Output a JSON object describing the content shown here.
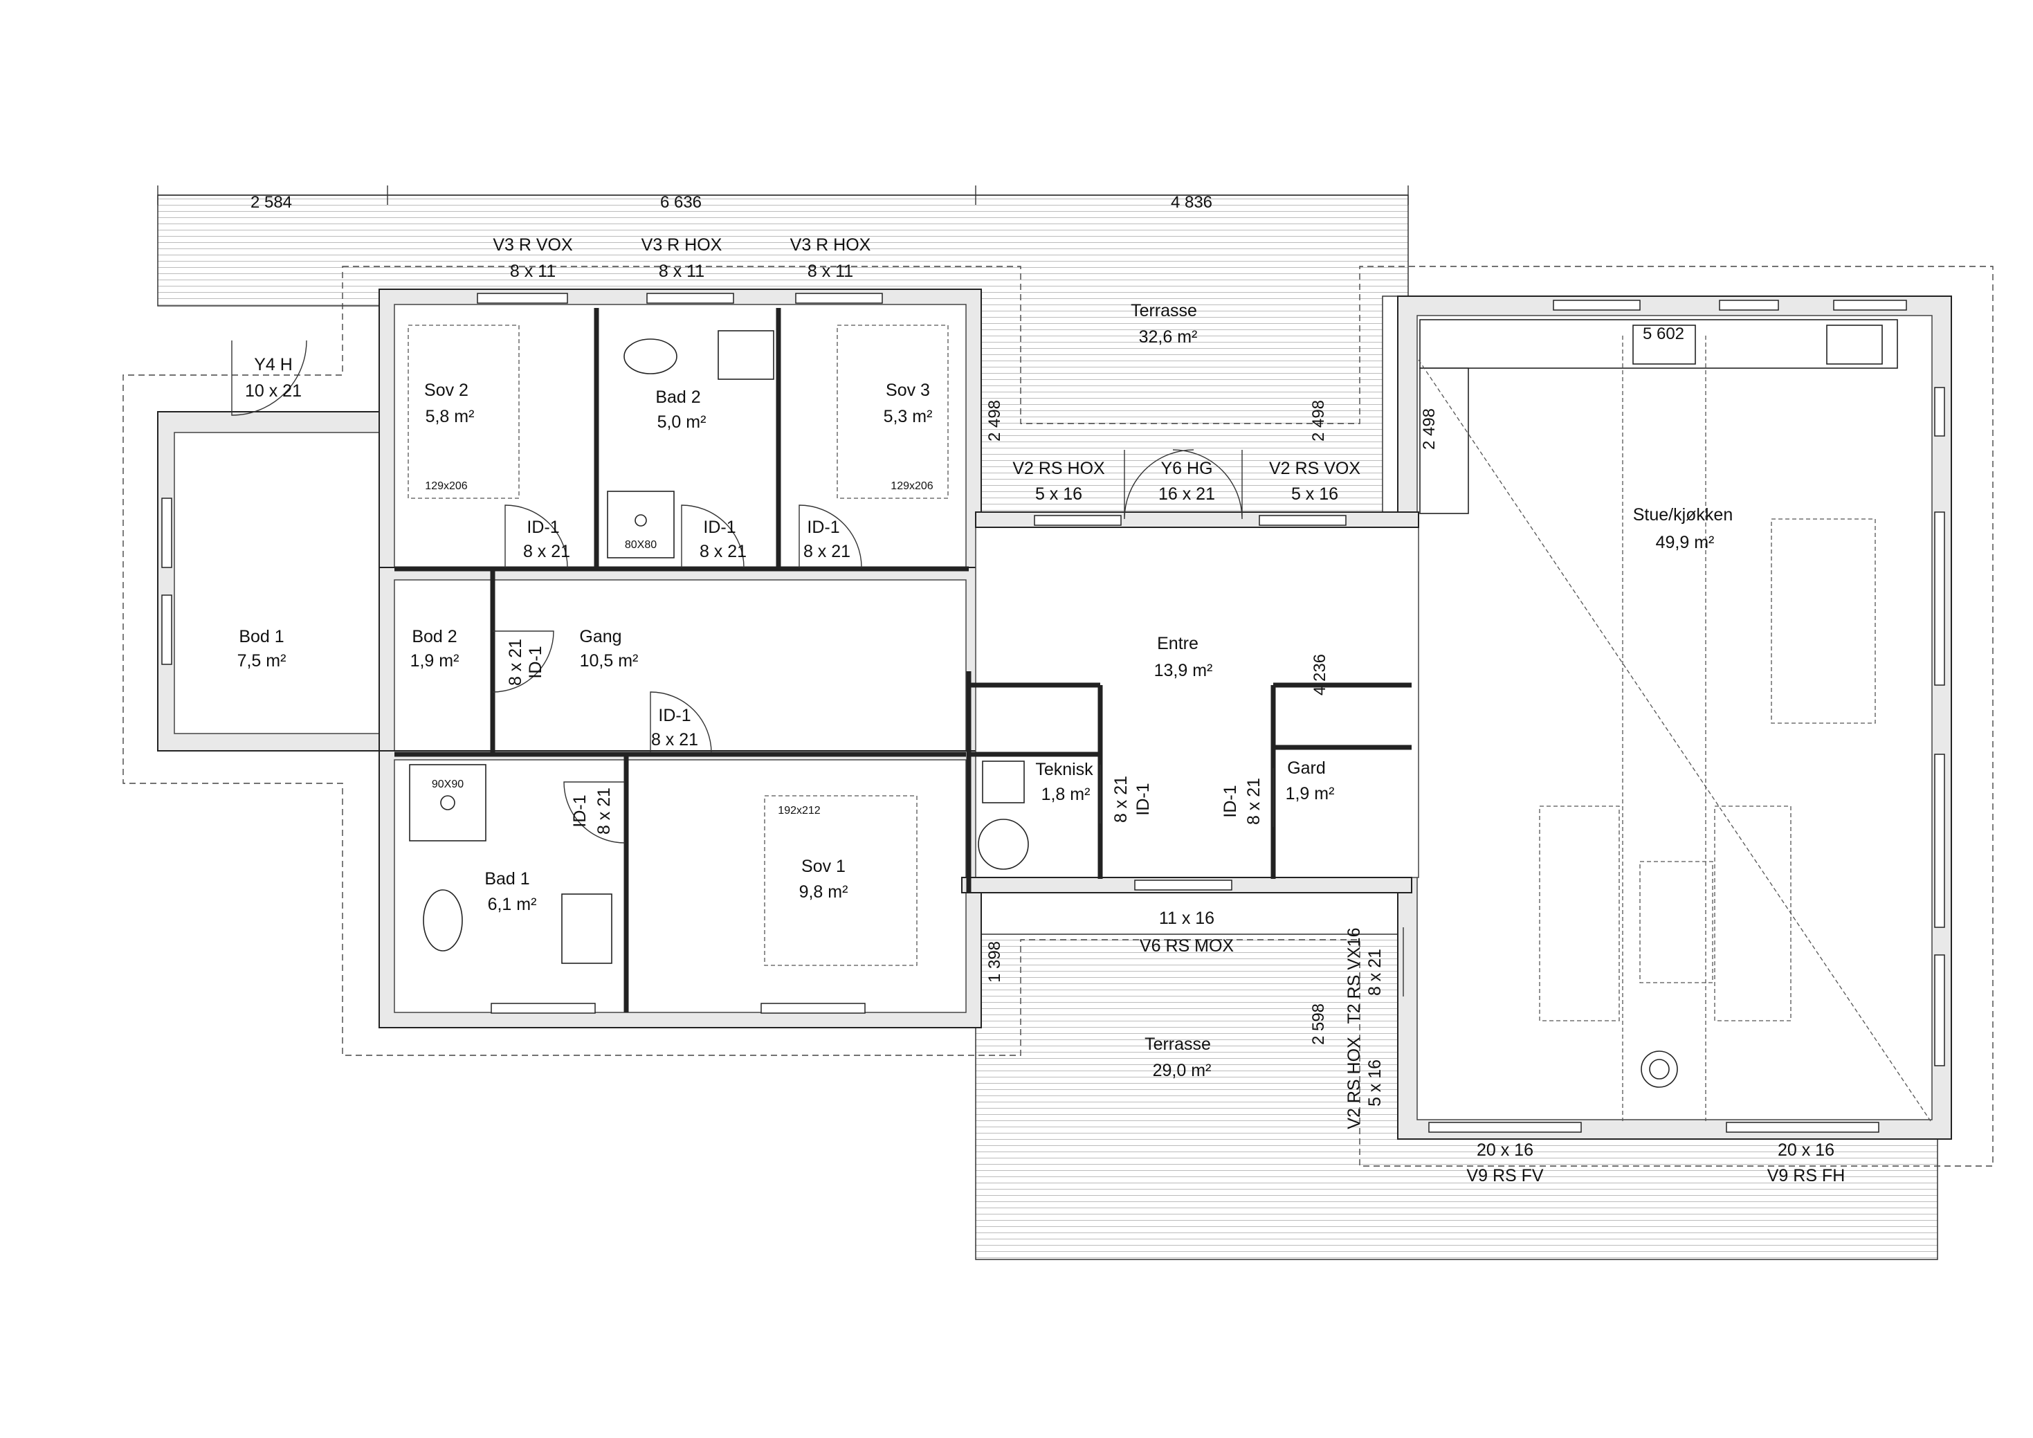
{
  "dimensions": {
    "top": [
      "2 584",
      "6 636",
      "4 836"
    ],
    "terrace_north_depth_left": "2 498",
    "terrace_north_depth_right": "2 498",
    "kitchen_wall_a": "2 498",
    "kitchen_width": "5 602",
    "entre_depth": "4 236",
    "terrace_south_depth": "1 398",
    "terrace_south_right": "2 598"
  },
  "rooms": {
    "bod1": {
      "name": "Bod 1",
      "area": "7,5 m²"
    },
    "bod2": {
      "name": "Bod 2",
      "area": "1,9 m²"
    },
    "sov2": {
      "name": "Sov 2",
      "area": "5,8 m²",
      "bed": "129x206"
    },
    "bad2": {
      "name": "Bad 2",
      "area": "5,0 m²",
      "shower": "80X80"
    },
    "sov3": {
      "name": "Sov 3",
      "area": "5,3 m²",
      "bed": "129x206"
    },
    "gang": {
      "name": "Gang",
      "area": "10,5 m²"
    },
    "bad1": {
      "name": "Bad 1",
      "area": "6,1 m²",
      "shower": "90X90"
    },
    "sov1": {
      "name": "Sov 1",
      "area": "9,8 m²",
      "bed": "192x212"
    },
    "teknisk": {
      "name": "Teknisk",
      "area": "1,8 m²"
    },
    "entre": {
      "name": "Entre",
      "area": "13,9 m²"
    },
    "gard": {
      "name": "Gard",
      "area": "1,9 m²"
    },
    "stue": {
      "name": "Stue/kjøkken",
      "area": "49,9 m²"
    },
    "terrasse_n": {
      "name": "Terrasse",
      "area": "32,6 m²"
    },
    "terrasse_s": {
      "name": "Terrasse",
      "area": "29,0 m²"
    }
  },
  "openings": {
    "v3_vox": {
      "type": "V3 R VOX",
      "size": "8 x 11"
    },
    "v3_hox_1": {
      "type": "V3 R HOX",
      "size": "8 x 11"
    },
    "v3_hox_2": {
      "type": "V3 R HOX",
      "size": "8 x 11"
    },
    "y4": {
      "type": "Y4 H",
      "size": "10 x 21"
    },
    "v2_hox": {
      "type": "V2 RS HOX",
      "size": "5 x 16"
    },
    "y6": {
      "type": "Y6 HG",
      "size": "16 x 21"
    },
    "v2_vox": {
      "type": "V2 RS VOX",
      "size": "5 x 16"
    },
    "id_sov2": {
      "type": "ID-1",
      "size": "8 x 21"
    },
    "id_bad2": {
      "type": "ID-1",
      "size": "8 x 21"
    },
    "id_sov3": {
      "type": "ID-1",
      "size": "8 x 21"
    },
    "id_bod2": {
      "type": "ID-1",
      "size": "8 x 21"
    },
    "id_gang": {
      "type": "ID-1",
      "size": "8 x 21"
    },
    "id_bad1": {
      "type": "ID-1",
      "size": "8 x 21"
    },
    "id_teknisk": {
      "type": "ID-1",
      "size": "8 x 21"
    },
    "id_gard": {
      "type": "ID-1",
      "size": "8 x 21"
    },
    "v6": {
      "type": "V6 RS MOX",
      "size": "11 x 16"
    },
    "t2": {
      "type": "T2 RS VX16",
      "size": "8 x 21"
    },
    "v2_hox_s": {
      "type": "V2 RS HOX",
      "size": "5 x 16"
    },
    "v9_fv": {
      "type": "V9 RS FV",
      "size": "20 x 16"
    },
    "v9_fh": {
      "type": "V9 RS FH",
      "size": "20 x 16"
    }
  }
}
